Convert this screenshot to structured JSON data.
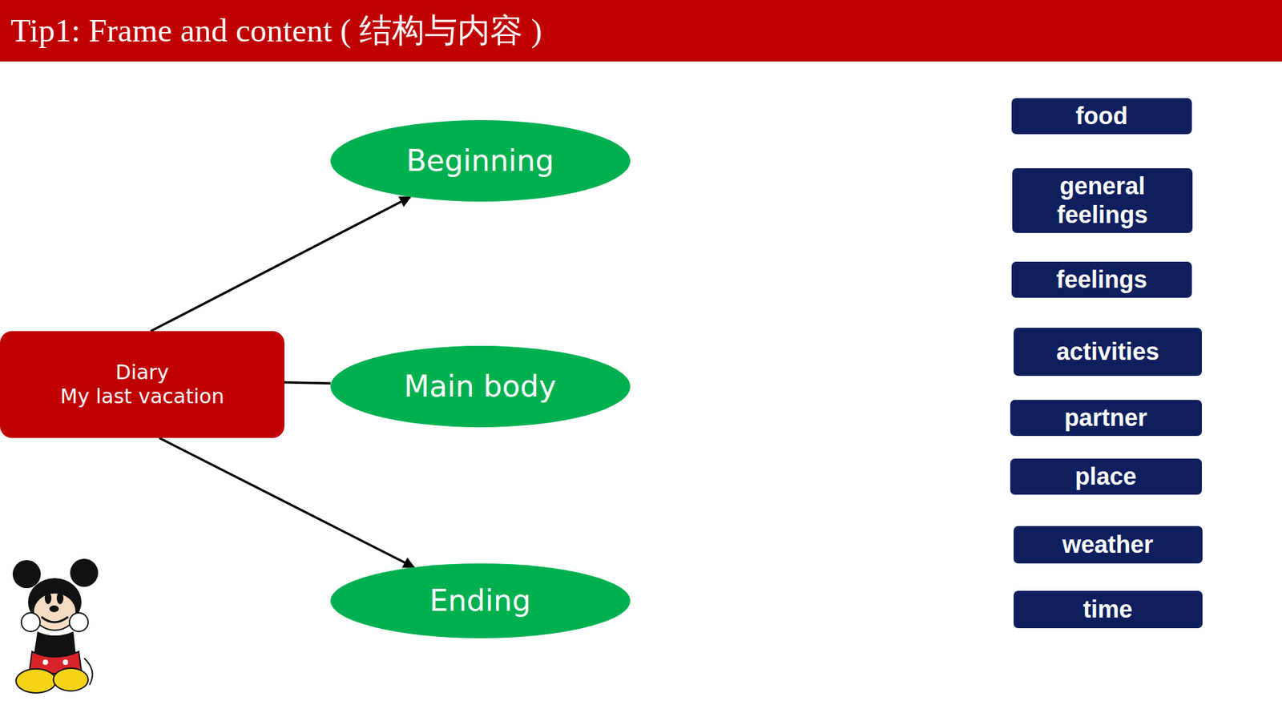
{
  "diagram": {
    "title": "Tip1: Frame and content ( 结构与内容 )",
    "nodes": [
      {
        "text": [
          "Diary",
          "My last vacation"
        ]
      },
      {
        "text": [
          "Beginning"
        ]
      },
      {
        "text": [
          "Main body"
        ]
      },
      {
        "text": [
          "Ending"
        ]
      },
      {
        "text": [
          "food"
        ]
      },
      {
        "text": [
          "general feelings"
        ]
      },
      {
        "text": [
          "feelings"
        ]
      },
      {
        "text": [
          "activities"
        ]
      },
      {
        "text": [
          "partner"
        ]
      },
      {
        "text": [
          "place"
        ]
      },
      {
        "text": [
          "weather"
        ]
      },
      {
        "text": [
          "time"
        ]
      }
    ],
    "edges": [
      {
        "from": 0,
        "to": 1,
        "arrow": "to"
      },
      {
        "from": 0,
        "to": 2,
        "arrow": "none"
      },
      {
        "from": 0,
        "to": 3,
        "arrow": "to"
      }
    ]
  }
}
